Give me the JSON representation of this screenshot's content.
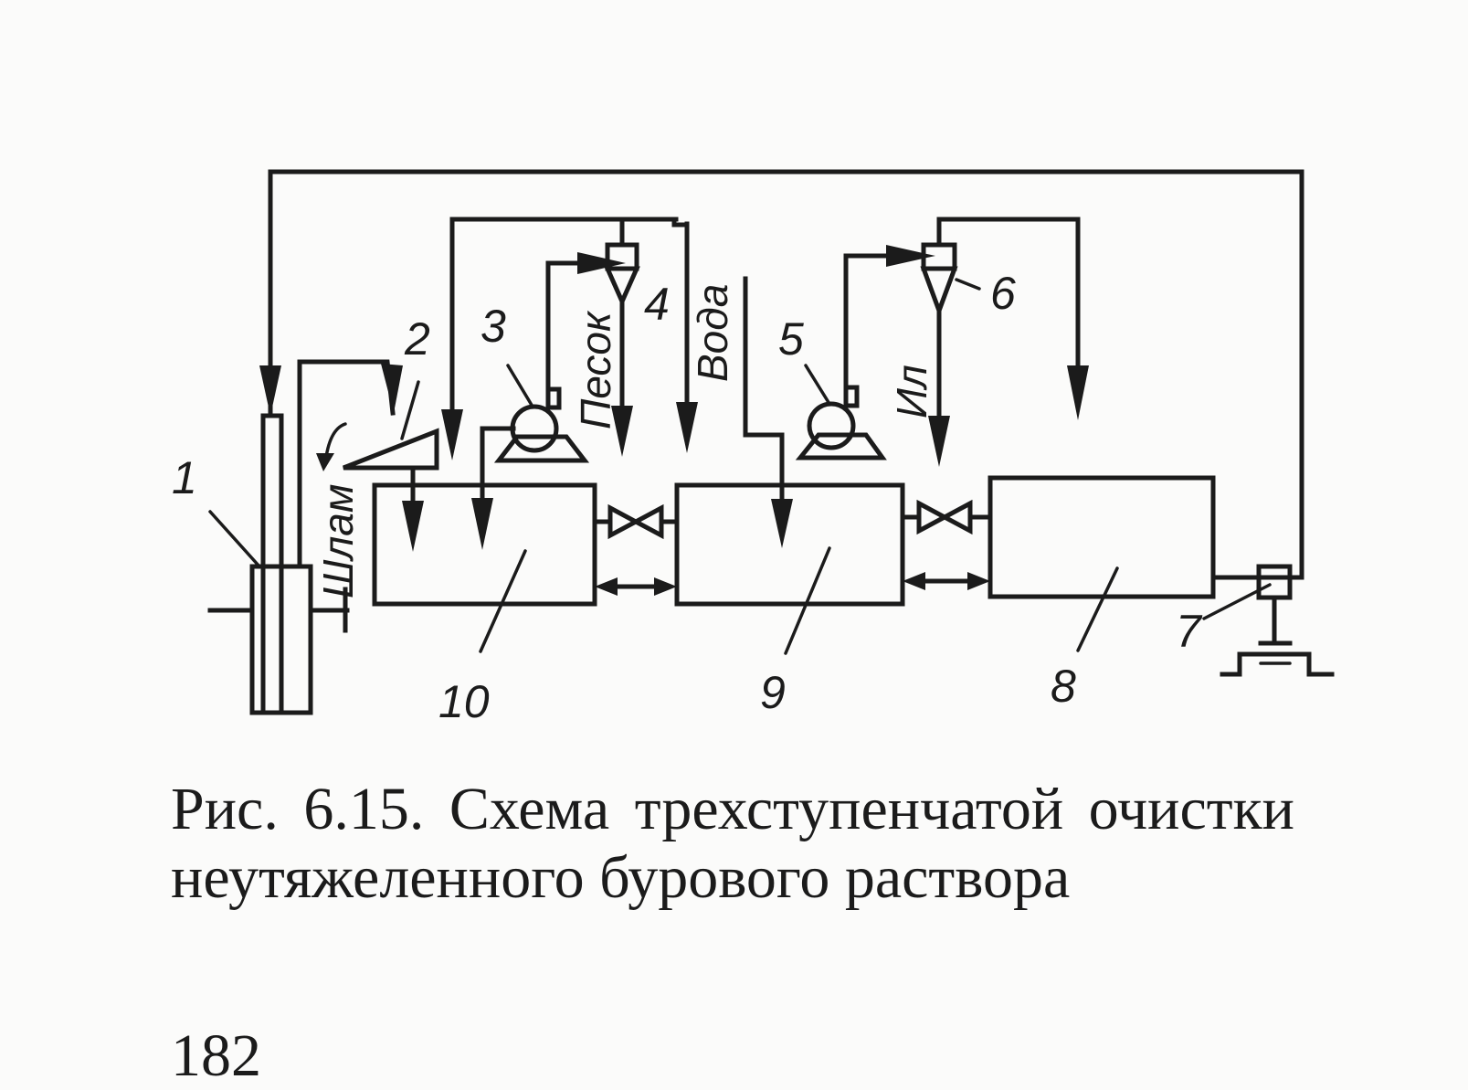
{
  "diagram": {
    "labels": {
      "n1": "1",
      "n2": "2",
      "n3": "3",
      "n4": "4",
      "n5": "5",
      "n6": "6",
      "n7": "7",
      "n8": "8",
      "n9": "9",
      "n10": "10"
    },
    "flow_labels": {
      "slurry": "Шлам",
      "sand": "Песок",
      "water": "Вода",
      "silt": "Ил"
    }
  },
  "caption": "Рис. 6.15. Схема трехступенчатой очистки неутяжеленного бурового раствора",
  "page_number": "182"
}
